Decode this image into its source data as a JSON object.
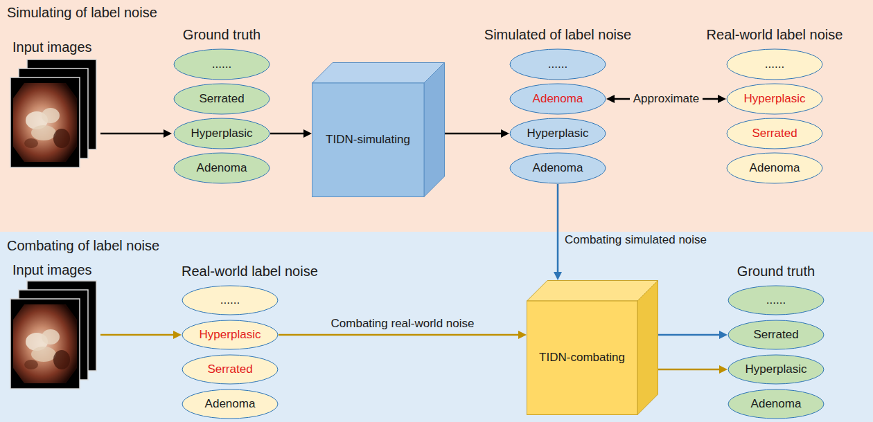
{
  "diagram": {
    "nodes": [
      {
        "text": [
          "Simulating of label noise"
        ]
      },
      {
        "text": [
          "......"
        ],
        "in": 0
      },
      {
        "text": [
          "Serrated"
        ],
        "in": 0
      },
      {
        "text": [
          "Hyperplasic"
        ],
        "in": 0
      },
      {
        "text": [
          "Adenoma"
        ],
        "in": 0
      },
      {
        "text": [
          "TIDN-simulating"
        ],
        "in": 0
      },
      {
        "text": [
          "......"
        ],
        "in": 0
      },
      {
        "text": [
          "Adenoma"
        ],
        "in": 0
      },
      {
        "text": [
          "Hyperplasic"
        ],
        "in": 0
      },
      {
        "text": [
          "Adenoma"
        ],
        "in": 0
      },
      {
        "text": [
          "......"
        ],
        "in": 0
      },
      {
        "text": [
          "Hyperplasic"
        ],
        "in": 0
      },
      {
        "text": [
          "Serrated"
        ],
        "in": 0
      },
      {
        "text": [
          "Adenoma"
        ],
        "in": 0
      },
      {
        "text": [
          "Combating of label noise"
        ]
      },
      {
        "text": [
          "......"
        ],
        "in": 14
      },
      {
        "text": [
          "Hyperplasic"
        ],
        "in": 14
      },
      {
        "text": [
          "Serrated"
        ],
        "in": 14
      },
      {
        "text": [
          "Adenoma"
        ],
        "in": 14
      },
      {
        "text": [
          "TIDN-combating"
        ],
        "in": 14
      },
      {
        "text": [
          "......"
        ],
        "in": 14
      },
      {
        "text": [
          "Serrated"
        ],
        "in": 14
      },
      {
        "text": [
          "Hyperplasic"
        ],
        "in": 14
      },
      {
        "text": [
          "Adenoma"
        ],
        "in": 14
      }
    ],
    "edges": [
      {
        "from": 3,
        "to": 5,
        "arrow": "to"
      },
      {
        "from": 5,
        "to": 8,
        "arrow": "to"
      },
      {
        "from": 7,
        "to": 11,
        "label": "Approximate",
        "arrow": "both"
      },
      {
        "from": 9,
        "to": 19,
        "label": "Combating simulated noise",
        "arrow": "to"
      },
      {
        "from": 16,
        "to": 19,
        "label": "Combating real-world noise",
        "arrow": "to"
      },
      {
        "from": 19,
        "to": 21,
        "arrow": "to"
      },
      {
        "from": 19,
        "to": 22,
        "arrow": "to"
      }
    ],
    "labels": [
      "Input images",
      "Ground truth",
      "Simulated of label noise",
      "Real-world label noise",
      "Input images",
      "Real-world label noise",
      "Ground truth"
    ]
  }
}
